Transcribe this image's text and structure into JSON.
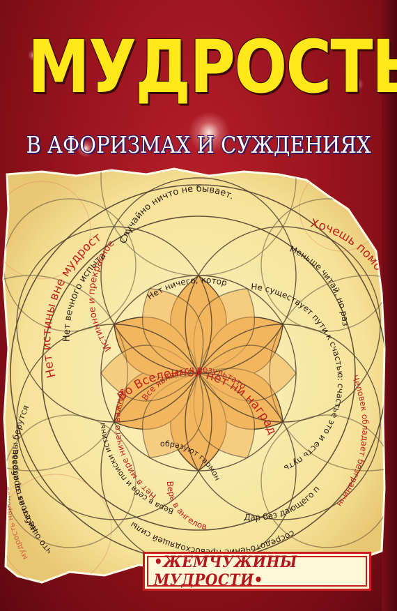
{
  "cover": {
    "title": "МУДРОСТЬ",
    "subtitle": "В АФОРИЗМАХ И СУЖДЕНИЯХ",
    "series": "•ЖЕМЧУЖИНЫ МУДРОСТИ•"
  },
  "quotes": {
    "q1": "Случайно ничто не бывает.",
    "q2": "Хочешь помочь – не мешай!",
    "q3": "Меньше читай, но размышляй.",
    "q4": "Нет истины вне мудрости",
    "q5": "Нет вечного испытания",
    "q6": "Истинное и прекрасное",
    "q7": "Нет ничего, который перед тобой.",
    "q8": "Во Вселенной нет ни награды, ни наказания,",
    "q9": "Все является результатом неизменного закона.",
    "q10": "Не существует пути к счастью: счастье это и есть путь",
    "q11": "Нет в мире ничего важнее человека,",
    "q12": "Человек обладает безграничными",
    "q13": "Дар без дающего пуст.",
    "q14": "Верь в ангелов",
    "q15": "Вера в себя и поиски истины",
    "q16": "образуют гармонию.",
    "q17": "Не стоит за образцы берутся",
    "q18": "что ошибки авторитетов",
    "q19": "сосредоточение превосходящей силы",
    "q20": "мудрость народов"
  },
  "colors": {
    "background": "#9a141e",
    "title": "#ffe81a",
    "subtitle": "#fff4f0",
    "paper": "#fbedb0",
    "petals": "#f2b45a",
    "quote_text_red": "#c0211c",
    "quote_text_dark": "#2a1a10",
    "badge_text": "#b3181e"
  }
}
